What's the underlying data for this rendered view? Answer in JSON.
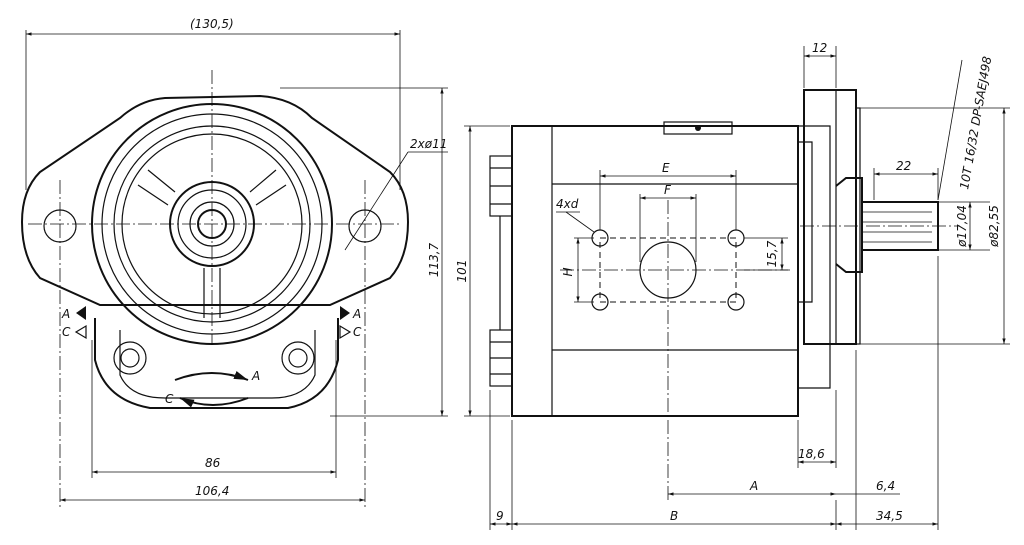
{
  "front_view": {
    "overall_width": "(130,5)",
    "mount_holes": "2xø11",
    "height": "113,7",
    "port_spacing": "86",
    "hole_spacing": "106,4",
    "rotation_a": "A",
    "rotation_c": "C",
    "marker_left_a": "A",
    "marker_left_c": "C",
    "marker_right_a": "A",
    "marker_right_c": "C"
  },
  "side_view": {
    "flange_thickness": "12",
    "spline_spec": "10T 16/32 DP-SAEJ498",
    "spline_length": "22",
    "port_e": "E",
    "port_f": "F",
    "port_threads": "4xd",
    "port_h": "H",
    "port_offset": "15,7",
    "spline_diameter": "ø17,04",
    "pilot_diameter": "ø82,55",
    "body_height": "101",
    "dim_18_6": "18,6",
    "dim_a": "A",
    "dim_6_4": "6,4",
    "dim_9": "9",
    "dim_b": "B",
    "dim_34_5": "34,5"
  }
}
